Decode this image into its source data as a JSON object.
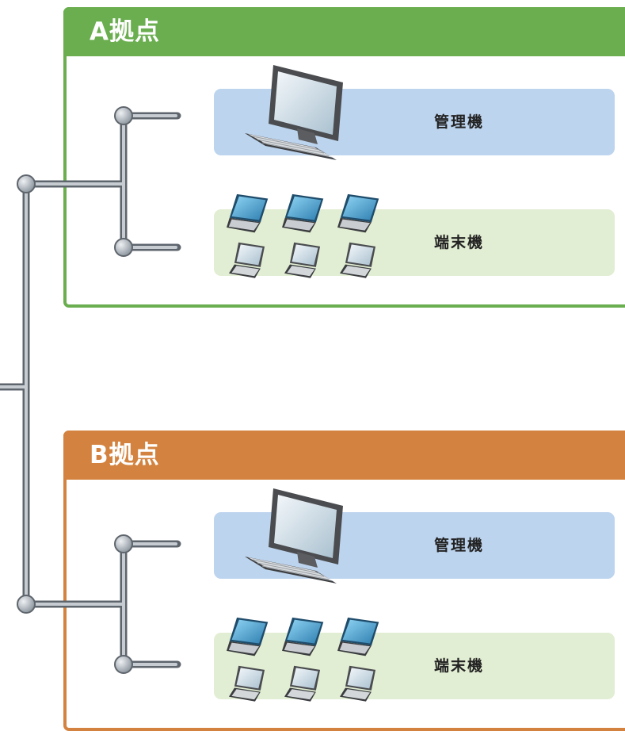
{
  "sites": [
    {
      "id": "a",
      "title": "A拠点",
      "color": "#6aae4f",
      "admin": {
        "label": "管理機",
        "band_color": "#bdd4ee"
      },
      "terminal": {
        "label": "端末機",
        "band_color": "#e2eed3"
      }
    },
    {
      "id": "b",
      "title": "B拠点",
      "color": "#d3833f",
      "admin": {
        "label": "管理機",
        "band_color": "#bdd4ee"
      },
      "terminal": {
        "label": "端末機",
        "band_color": "#e2eed3"
      }
    }
  ],
  "icons": {
    "admin": "desktop-computer-icon",
    "terminal_top": "laptop-open-icon",
    "terminal_bottom": "laptop-closed-icon"
  }
}
